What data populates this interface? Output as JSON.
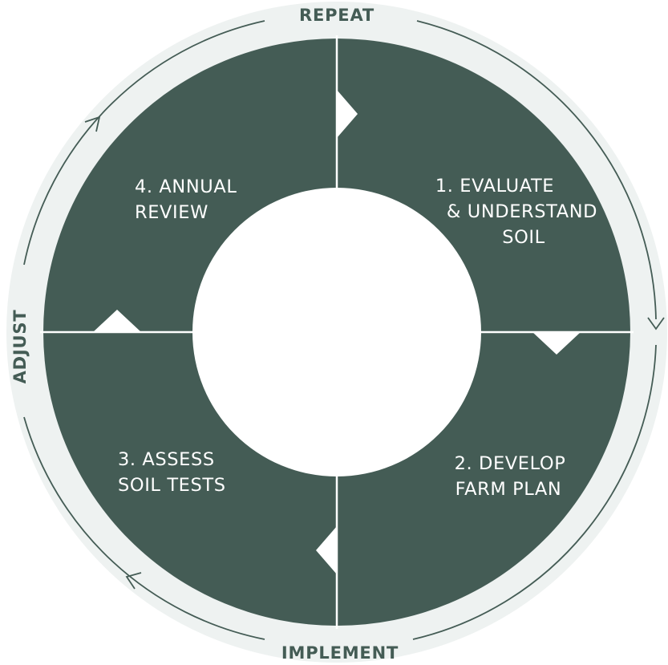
{
  "colors": {
    "ring_fill": "#eef2f1",
    "segment_fill": "#445c55",
    "divider": "#ffffff",
    "center_fill": "#ffffff",
    "arrow_stroke": "#445c55",
    "ring_text": "#445c55",
    "stage_text": "#ffffff"
  },
  "ring_labels": {
    "top": "REPEAT",
    "bottom": "IMPLEMENT",
    "left": "ADJUST"
  },
  "stages": {
    "s1": {
      "line1": "1. EVALUATE",
      "line2": "& UNDERSTAND",
      "line3": "SOIL"
    },
    "s2": {
      "line1": "2. DEVELOP",
      "line2": "FARM PLAN"
    },
    "s3": {
      "line1": "3. ASSESS",
      "line2": "SOIL TESTS"
    },
    "s4": {
      "line1": "4. ANNUAL",
      "line2": "REVIEW"
    }
  }
}
